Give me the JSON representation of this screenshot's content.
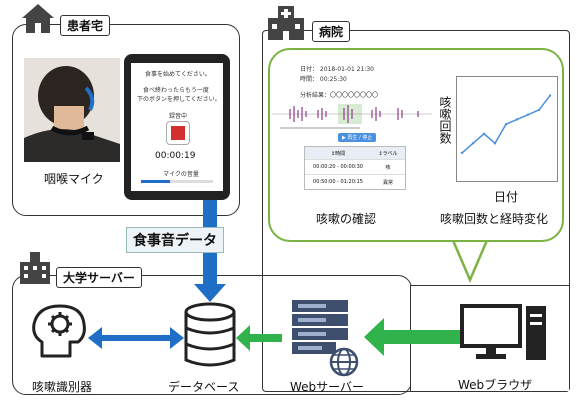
{
  "patient_home": {
    "label": "患者宅",
    "photo_caption": "咽喉マイク"
  },
  "tablet": {
    "line1": "食事を始めてください。",
    "line2": "食べ終わったらもう一度",
    "line3": "下のボタンを押してください。",
    "status": "録音中",
    "timer": "00:00:19",
    "volume_label": "マイクの音量"
  },
  "food_sound_data": {
    "label": "食事音データ"
  },
  "hospital": {
    "label": "病院",
    "detail": {
      "date_line": "日付： 2018-01-01 21:30",
      "time_line": "時間： 00:25:30",
      "result_line": "分析結果：〇〇〇〇〇〇〇〇",
      "play_button": "▶ 再生 / 停止",
      "table_headers": [
        "↕時間",
        "↕ラベル"
      ],
      "table_rows": [
        [
          "00:00:20 - 00:00:30",
          "咳"
        ],
        [
          "00:50:00 - 01:20:15",
          "異常"
        ]
      ],
      "caption": "咳嗽の確認"
    },
    "chart": {
      "ylabel": "咳嗽回数",
      "xlabel": "日付",
      "caption": "咳嗽回数と経時変化"
    }
  },
  "chart_data": {
    "type": "line",
    "title": "",
    "xlabel": "日付",
    "ylabel": "咳嗽回数",
    "x": [
      1,
      2,
      3,
      4,
      5,
      6,
      7,
      8,
      9
    ],
    "values": [
      2,
      3,
      4,
      3,
      5,
      5.5,
      6,
      6.5,
      8
    ]
  },
  "university": {
    "label": "大学サーバー"
  },
  "nodes": {
    "cough_classifier": "咳嗽識別器",
    "database": "データベース",
    "web_server": "Webサーバー",
    "web_browser": "Webブラウザ"
  },
  "colors": {
    "blue_arrow": "#1f6fc6",
    "green_arrow": "#2fb34a",
    "bubble_border": "#7cb342"
  }
}
